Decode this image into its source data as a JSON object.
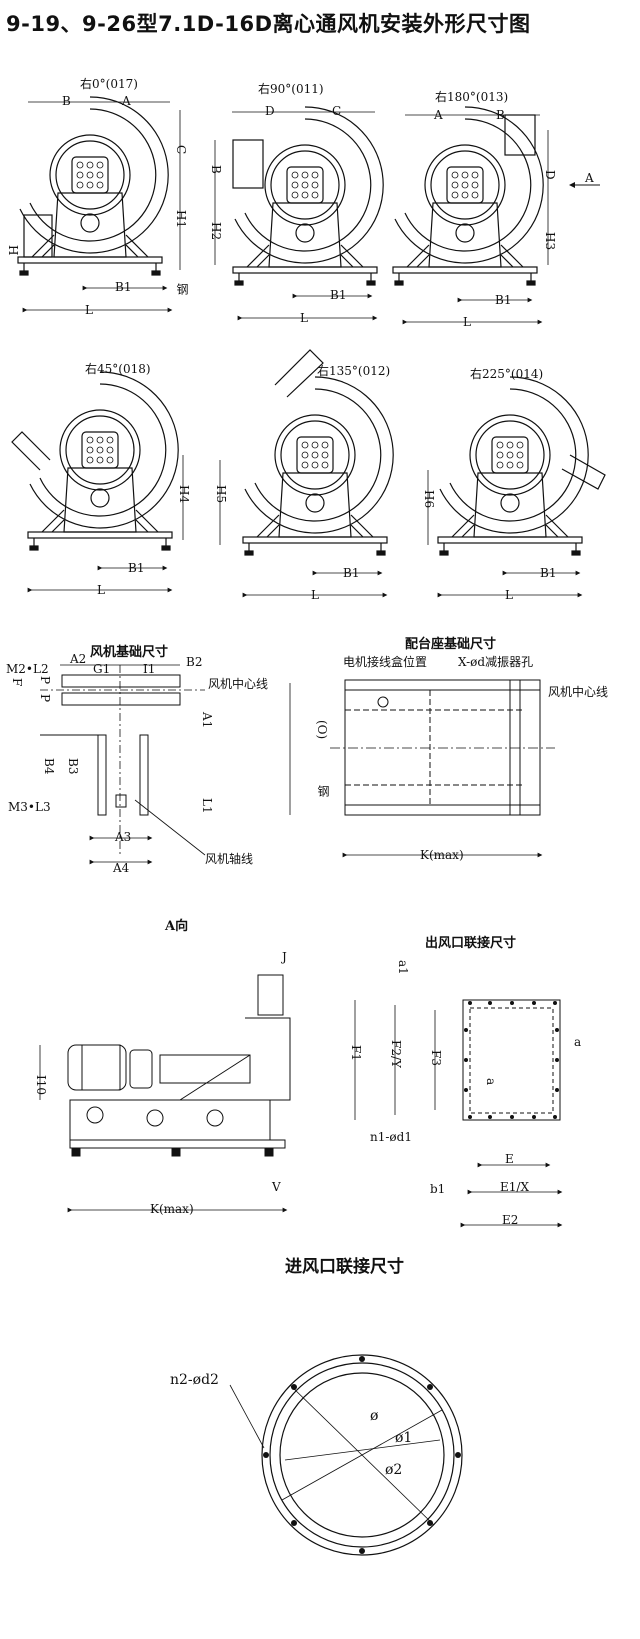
{
  "title": "9-19、9-26型7.1D-16D离心通风机安装外形尺寸图",
  "views": [
    {
      "label": "右0°(017)",
      "dims": [
        "B",
        "A",
        "C",
        "H1",
        "H",
        "B1",
        "L",
        "钢"
      ]
    },
    {
      "label": "右90°(011)",
      "dims": [
        "D",
        "C",
        "B",
        "H2",
        "B1",
        "L"
      ]
    },
    {
      "label": "右180°(013)",
      "dims": [
        "A",
        "B",
        "D",
        "H3",
        "B1",
        "L"
      ]
    },
    {
      "label": "右45°(018)",
      "dims": [
        "H4",
        "B1",
        "L"
      ]
    },
    {
      "label": "右135°(012)",
      "dims": [
        "H5",
        "B1",
        "L"
      ]
    },
    {
      "label": "右225°(014)",
      "dims": [
        "H6",
        "B1",
        "L"
      ]
    }
  ],
  "arrow_a": "A",
  "fan_foundation": {
    "title": "风机基础尺寸",
    "labels": [
      "M2•L2",
      "A2",
      "G1",
      "I1",
      "B2",
      "F",
      "P",
      "P",
      "A1",
      "风机中心线",
      "B4",
      "B3",
      "M3•L3",
      "L1",
      "A3",
      "A4",
      "风机轴线"
    ]
  },
  "stand_foundation": {
    "title": "配台座基础尺寸",
    "labels": [
      "电机接线盒位置",
      "X-ød减振器孔",
      "风机中心线",
      "(O)",
      "钢",
      "K(max)"
    ]
  },
  "a_view": {
    "title": "A向",
    "labels": [
      "J",
      "I10",
      "V",
      "K(max)"
    ]
  },
  "outlet": {
    "title": "出风口联接尺寸",
    "labels": [
      "a1",
      "F1",
      "F2/Y",
      "F3",
      "a",
      "a",
      "n1-ød1",
      "E",
      "b1",
      "E1/X",
      "E2"
    ]
  },
  "inlet": {
    "title": "进风口联接尺寸",
    "labels": [
      "n2-ød2",
      "ø",
      "ø1",
      "ø2"
    ]
  }
}
